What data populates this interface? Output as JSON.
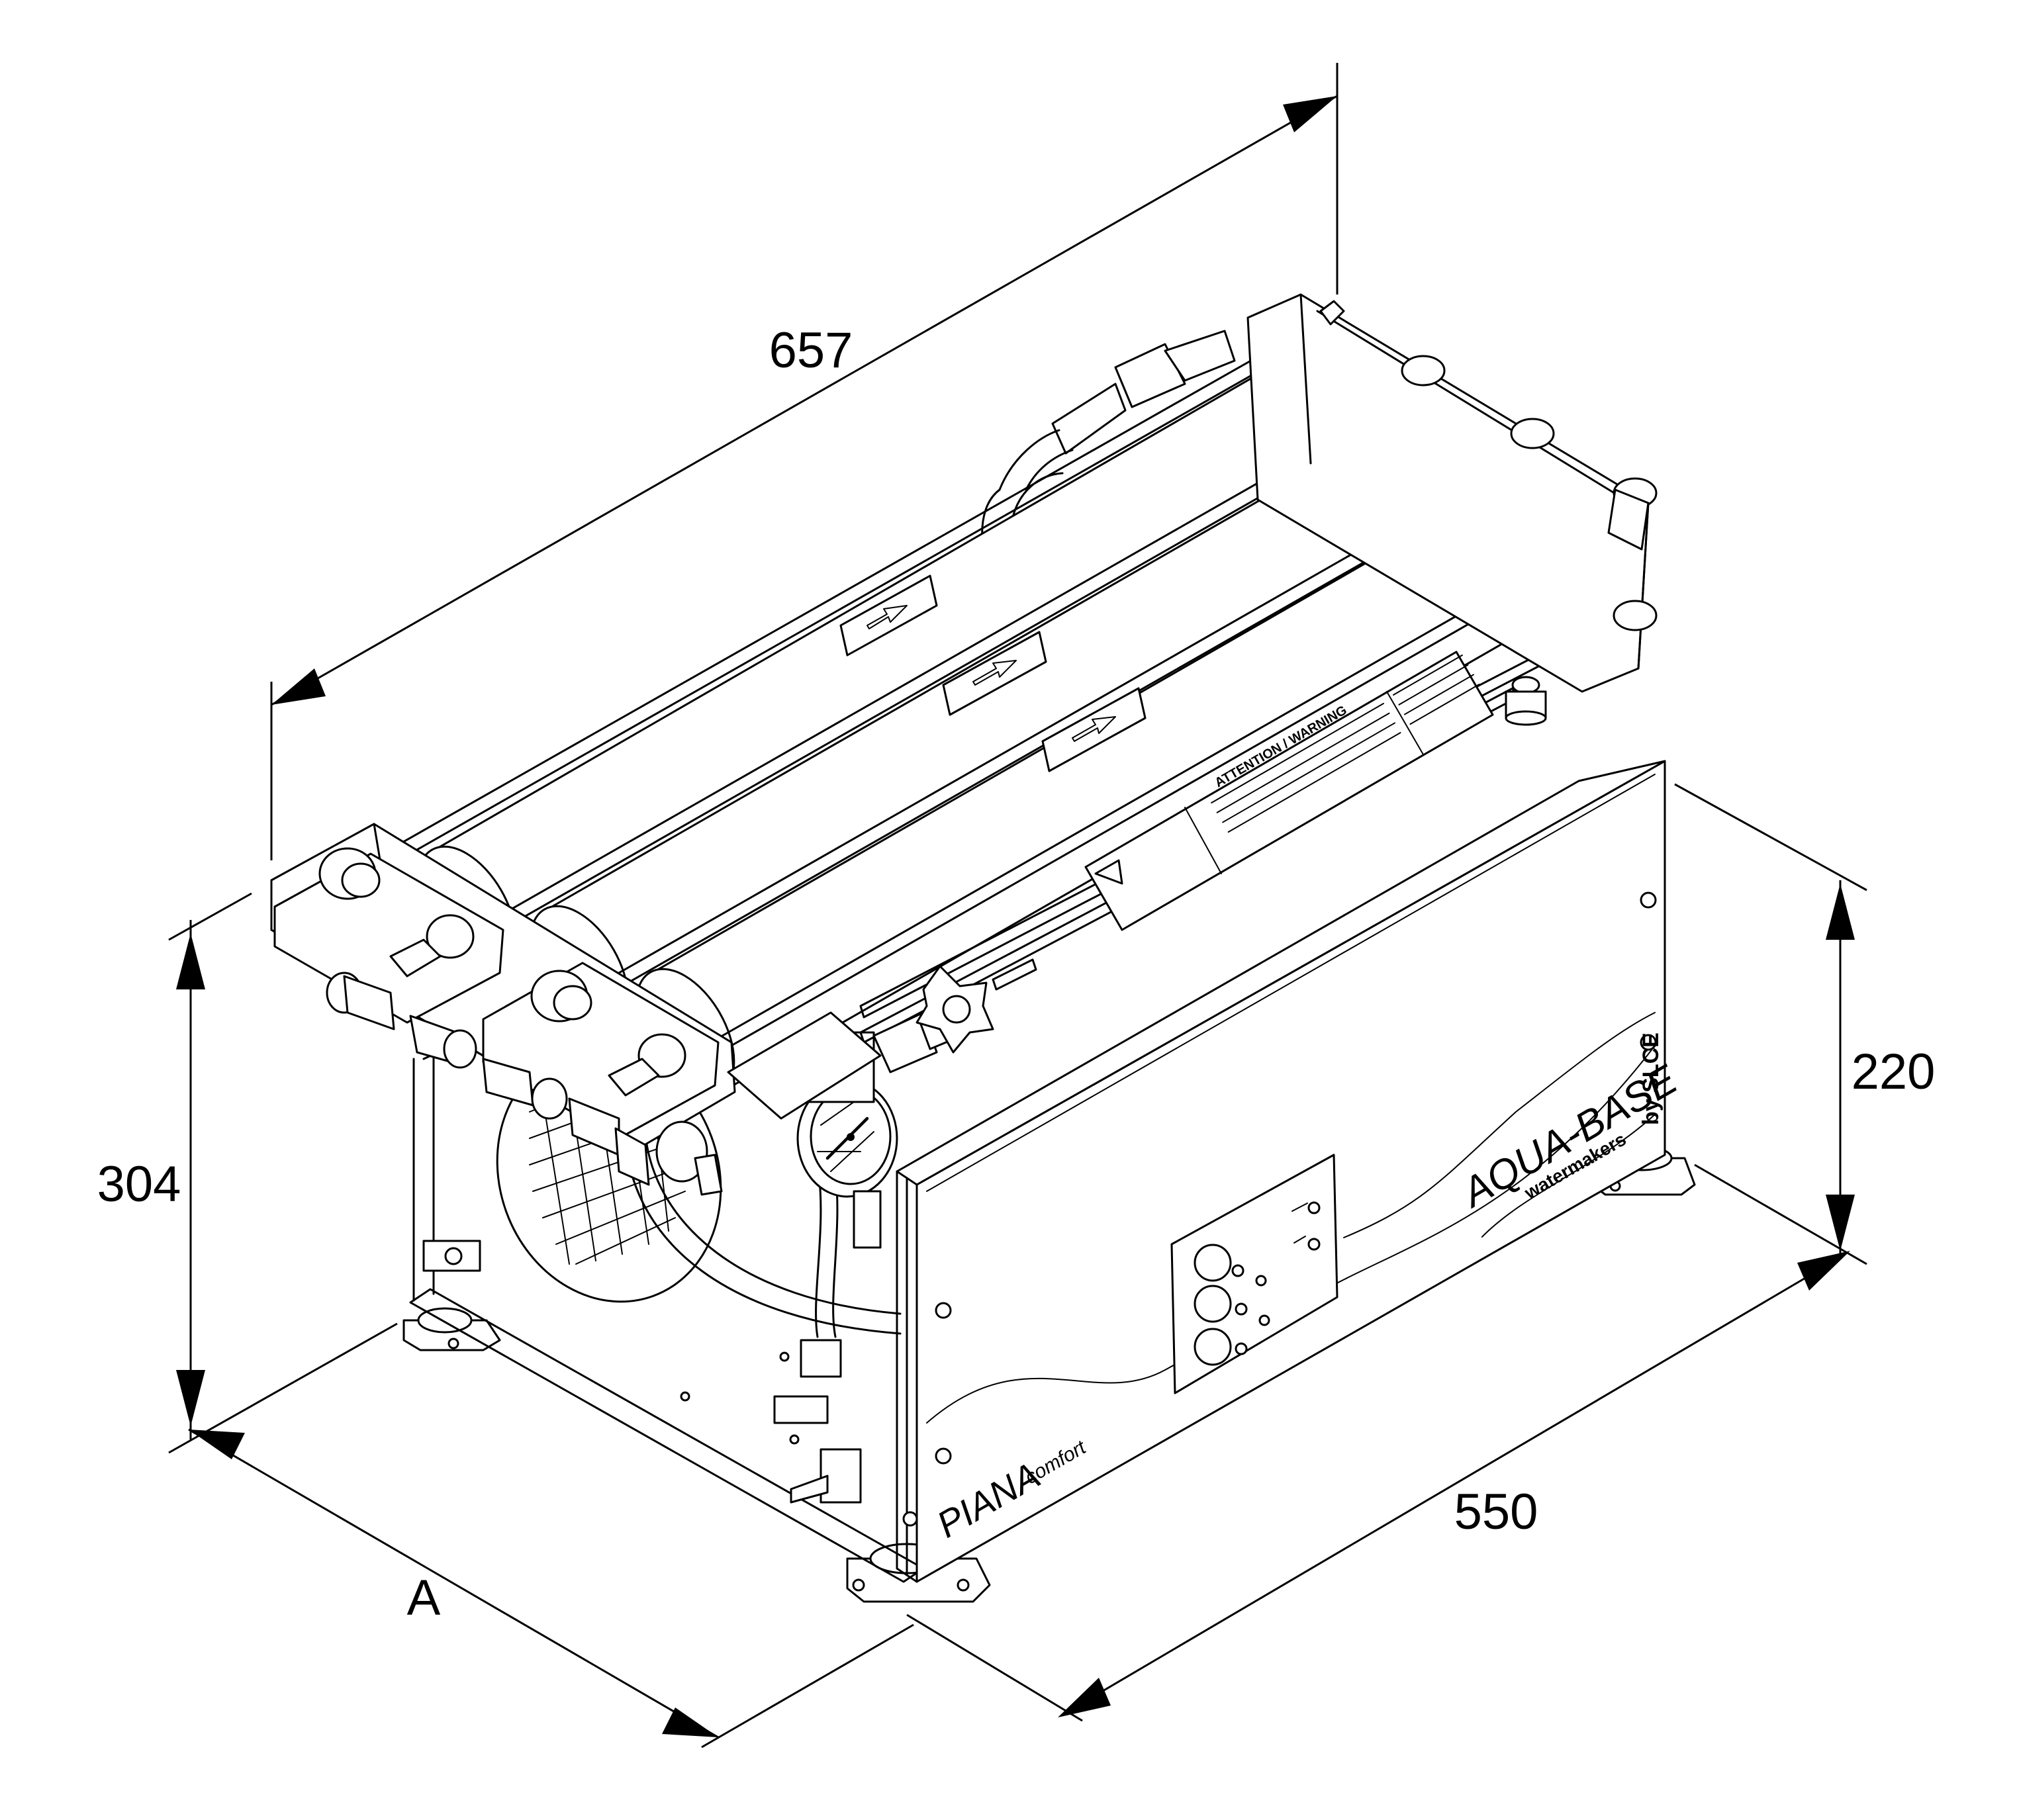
{
  "dimensions": {
    "length": "657",
    "height_total": "304",
    "height_base": "220",
    "width_base": "550",
    "depth": "A"
  },
  "branding": {
    "aqua_base": "AQUA-BASE",
    "watermakers": "watermakers",
    "by_slce": "by SLCE",
    "piana": "PIANA",
    "comfort": "comfort"
  },
  "warning_label": {
    "title": "ATTENTION / WARNING"
  },
  "colors": {
    "line": "#000000",
    "background": "#ffffff"
  }
}
